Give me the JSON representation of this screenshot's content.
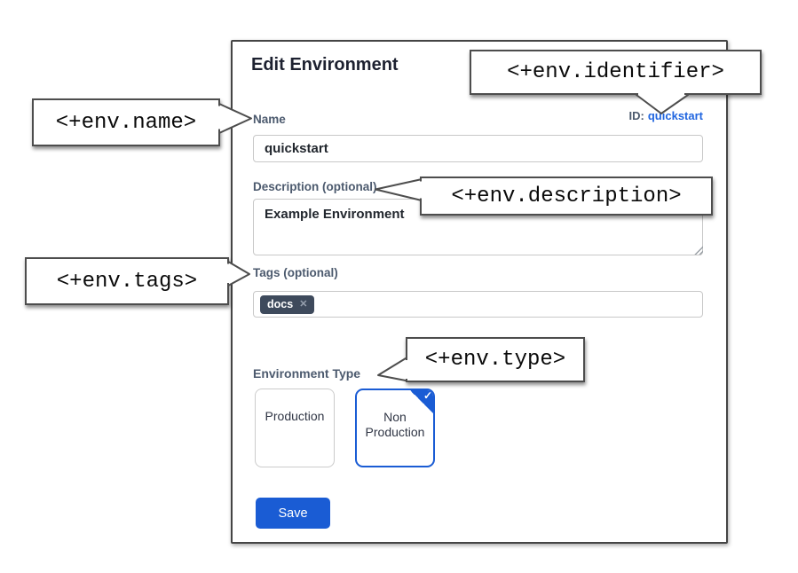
{
  "dialog": {
    "title": "Edit Environment",
    "id_field": {
      "label": "ID:",
      "value": "quickstart"
    },
    "name_field": {
      "label": "Name",
      "value": "quickstart"
    },
    "description_field": {
      "label": "Description (optional)",
      "value": "Example Environment"
    },
    "tags_field": {
      "label": "Tags (optional)",
      "tags": [
        {
          "text": "docs",
          "remove_icon": "✕"
        }
      ]
    },
    "type_field": {
      "label": "Environment Type",
      "options": [
        {
          "label": "Production",
          "selected": false
        },
        {
          "label": "Non Production",
          "selected": true
        }
      ],
      "selected_check_icon": "✓"
    },
    "save_button": "Save"
  },
  "callouts": {
    "identifier": "<+env.identifier>",
    "name": "<+env.name>",
    "description": "<+env.description>",
    "tags": "<+env.tags>",
    "type": "<+env.type>"
  },
  "colors": {
    "accent_blue": "#1a5cd4",
    "link_blue": "#2166e0",
    "label_slate": "#4c5a6e",
    "chip_background": "#3e4a5c",
    "callout_border": "#4d4d4d"
  }
}
